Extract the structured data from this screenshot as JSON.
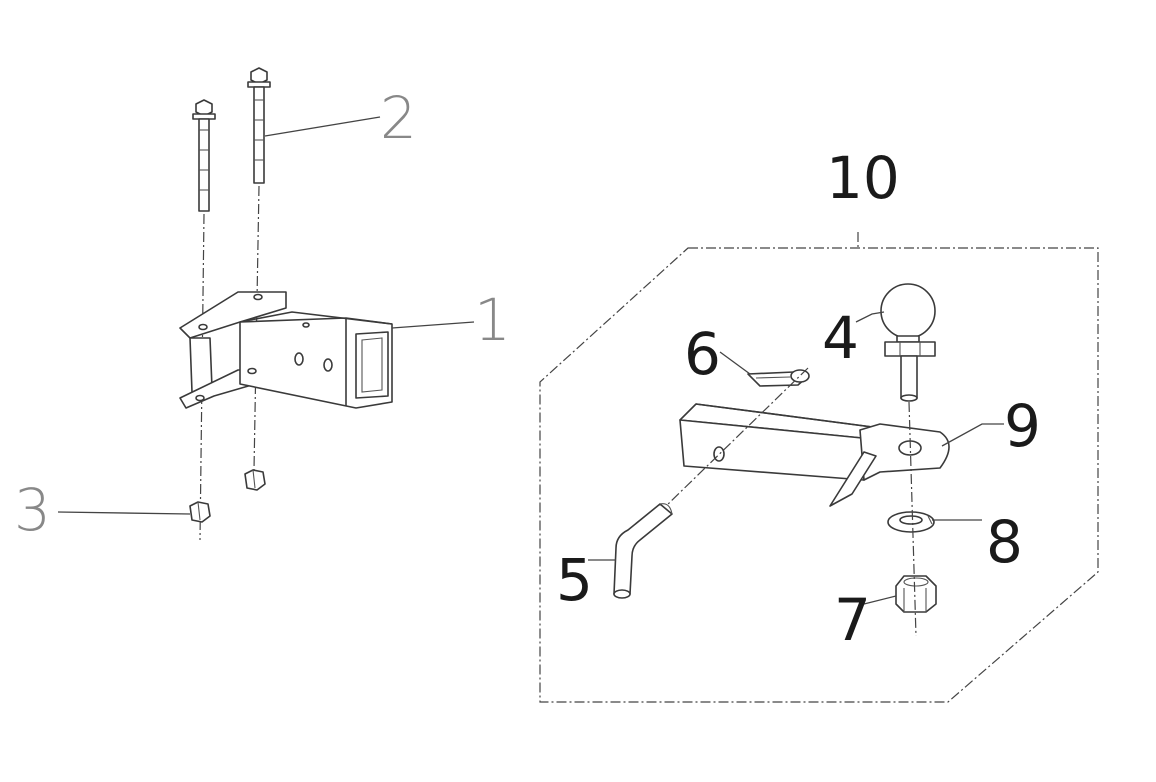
{
  "callouts": {
    "c1": "1",
    "c2": "2",
    "c3": "3",
    "c4": "4",
    "c5": "5",
    "c6": "6",
    "c7": "7",
    "c8": "8",
    "c9": "9",
    "c10": "10"
  },
  "colors": {
    "line": "#3a3a3a",
    "light_label": "#888888",
    "dark_label": "#1a1a1a",
    "background": "#ffffff"
  }
}
